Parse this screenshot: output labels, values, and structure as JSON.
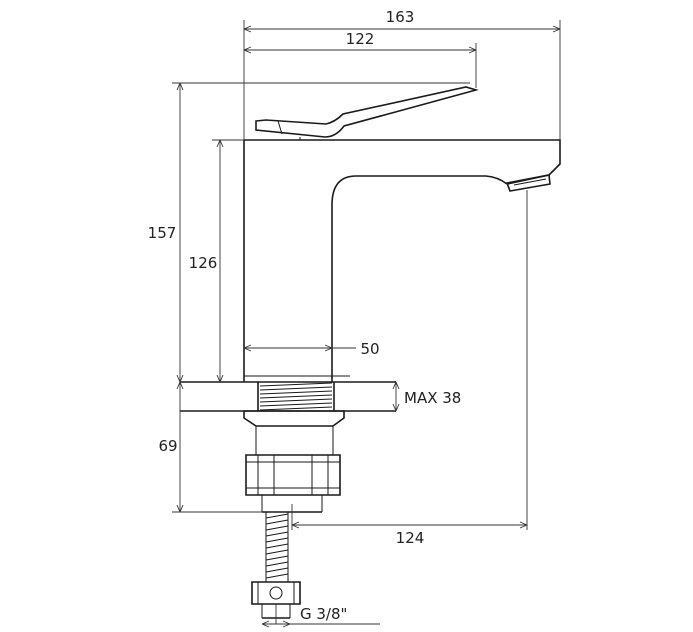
{
  "dimensions": {
    "overall_width": "163",
    "handle_length": "122",
    "total_height": "157",
    "body_height": "126",
    "body_width": "50",
    "max_thickness": "MAX 38",
    "below_height": "69",
    "outlet_offset": "124",
    "connection": "G 3/8\""
  }
}
